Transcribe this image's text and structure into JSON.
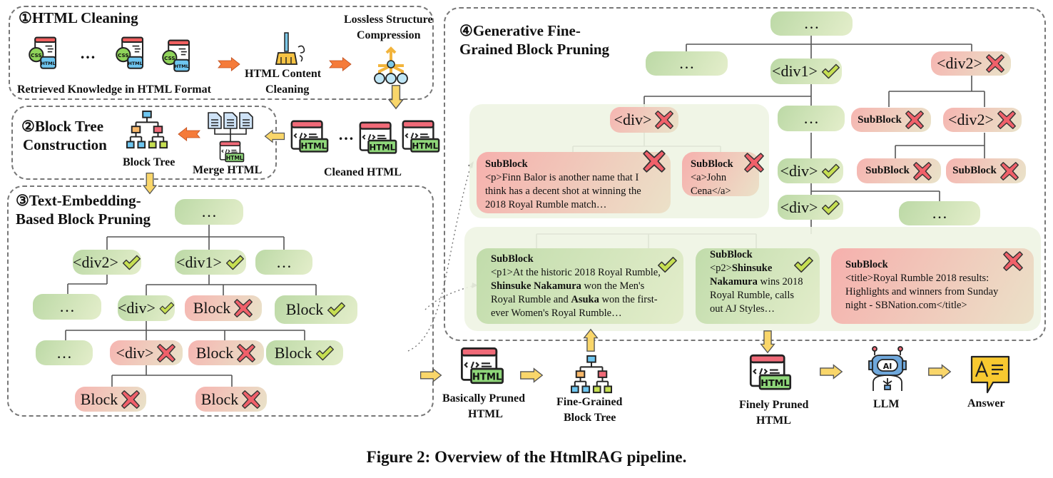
{
  "caption": "Figure 2: Overview of the HtmlRAG pipeline.",
  "stage1": {
    "title": "①HTML Cleaning",
    "retrieved_label": "Retrieved Knowledge in HTML Format",
    "ellipsis": "…",
    "cleaning_label_1": "HTML Content",
    "cleaning_label_2": "Cleaning",
    "compression_label_1": "Lossless Structure",
    "compression_label_2": "Compression"
  },
  "stage2": {
    "title_1": "②Block Tree",
    "title_2": "Construction",
    "block_tree_label": "Block Tree",
    "merge_label": "Merge HTML",
    "cleaned_label": "Cleaned HTML",
    "ellipsis": "…",
    "html_tag": "HTML"
  },
  "stage3": {
    "title_1": "③Text-Embedding-",
    "title_2": "Based Block Pruning",
    "nodes": {
      "root": "…",
      "div2": "<div2>",
      "div1": "<div1>",
      "etc1": "…",
      "etc2": "…",
      "div_a": "<div>",
      "block_a": "Block",
      "block_b": "Block",
      "etc3": "…",
      "div_b": "<div>",
      "block_c": "Block",
      "block_d": "Block",
      "block_e": "Block",
      "block_f": "Block"
    }
  },
  "stage4": {
    "title_1": "④Generative Fine-",
    "title_2": "Grained Block Pruning",
    "nodes": {
      "root": "…",
      "etc1": "…",
      "div1": "<div1>",
      "div2": "<div2>",
      "div_x": "<div>",
      "etc2": "…",
      "subblock_a": "SubBlock",
      "div2_b": "<div2>",
      "div_c": "<div>",
      "subblock_b": "SubBlock",
      "subblock_c": "SubBlock",
      "div_d": "<div>",
      "etc3": "…"
    },
    "cards": {
      "finn": {
        "head": "SubBlock",
        "body": "<p>Finn Balor is another name that I think has a decent shot at winning the 2018 Royal Rumble match…"
      },
      "cena": {
        "head": "SubBlock",
        "body": "<a>John Cena</a>"
      },
      "p1": {
        "head": "SubBlock",
        "pre": "<p1>At the historic 2018 Royal Rumble, ",
        "b1": "Shinsuke Nakamura",
        "mid": " won the Men's Royal Rumble and ",
        "b2": "Asuka",
        "post": " won the first-ever Women's Royal Rumble…"
      },
      "p2": {
        "head": "SubBlock",
        "pre": "<p2>",
        "b1": "Shinsuke Nakamura",
        "post": " wins 2018 Royal Rumble, calls out AJ Styles…"
      },
      "title": {
        "head": "SubBlock",
        "body": "<title>Royal Rumble 2018 results: Highlights and winners from Sunday night - SBNation.com</title>"
      }
    }
  },
  "bottom": {
    "basic_1": "Basically Pruned",
    "basic_2": "HTML",
    "fine_tree_1": "Fine-Grained",
    "fine_tree_2": "Block Tree",
    "finely_1": "Finely Pruned",
    "finely_2": "HTML",
    "llm": "LLM",
    "answer": "Answer",
    "html_tag": "HTML",
    "ai_tag": "AI"
  },
  "colors": {
    "keep_green": "#c9e05a",
    "drop_red": "#f0606a",
    "node_green": "#bcd9a6",
    "node_red": "#f6b5b1",
    "arrow_orange": "#f57b3a",
    "arrow_yellow": "#f9d66a"
  }
}
